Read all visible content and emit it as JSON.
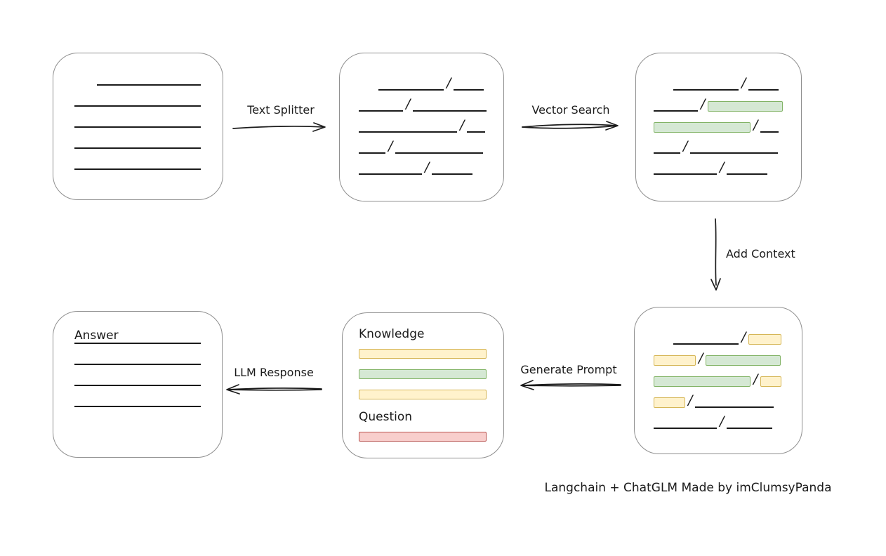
{
  "labels": {
    "text_splitter": "Text Splitter",
    "vector_search": "Vector Search",
    "add_context": "Add Context",
    "generate_prompt": "Generate Prompt",
    "llm_response": "LLM Response",
    "knowledge": "Knowledge",
    "question": "Question",
    "answer": "Answer",
    "caption": "Langchain + ChatGLM Made by imClumsyPanda"
  },
  "separator": "/",
  "colors": {
    "green_fill": "#d5e8d4",
    "green_stroke": "#82b366",
    "yellow_fill": "#fff2cc",
    "yellow_stroke": "#d6b656",
    "red_fill": "#f8cecc",
    "red_stroke": "#b85450",
    "box_stroke": "#8f8f8f",
    "line": "#1b1b1b"
  },
  "boxes": {
    "document": {
      "lines": [
        {
          "w": 148,
          "indent": 32
        },
        {
          "w": 180
        },
        {
          "w": 180
        },
        {
          "w": 180
        },
        {
          "w": 180
        }
      ]
    },
    "answer": {
      "lines": [
        {
          "w": 180
        },
        {
          "w": 180
        },
        {
          "w": 180
        },
        {
          "w": 180
        }
      ]
    },
    "split": {
      "rows": [
        [
          {
            "t": "space",
            "w": 28
          },
          {
            "t": "line",
            "w": 93
          },
          {
            "t": "slash"
          },
          {
            "t": "line",
            "w": 43
          }
        ],
        [
          {
            "t": "line",
            "w": 63
          },
          {
            "t": "slash"
          },
          {
            "t": "line",
            "w": 105
          }
        ],
        [
          {
            "t": "line",
            "w": 140
          },
          {
            "t": "slash"
          },
          {
            "t": "line",
            "w": 26
          }
        ],
        [
          {
            "t": "line",
            "w": 38
          },
          {
            "t": "slash"
          },
          {
            "t": "line",
            "w": 125
          }
        ],
        [
          {
            "t": "line",
            "w": 90
          },
          {
            "t": "slash"
          },
          {
            "t": "line",
            "w": 58
          }
        ]
      ]
    },
    "vector": {
      "rows": [
        [
          {
            "t": "space",
            "w": 28
          },
          {
            "t": "line",
            "w": 93
          },
          {
            "t": "slash"
          },
          {
            "t": "line",
            "w": 43
          }
        ],
        [
          {
            "t": "line",
            "w": 63
          },
          {
            "t": "slash"
          },
          {
            "t": "green",
            "w": 107
          }
        ],
        [
          {
            "t": "green",
            "w": 138
          },
          {
            "t": "slash"
          },
          {
            "t": "line",
            "w": 26
          }
        ],
        [
          {
            "t": "line",
            "w": 38
          },
          {
            "t": "slash"
          },
          {
            "t": "line",
            "w": 125
          }
        ],
        [
          {
            "t": "line",
            "w": 90
          },
          {
            "t": "slash"
          },
          {
            "t": "line",
            "w": 58
          }
        ]
      ]
    },
    "context": {
      "rows": [
        [
          {
            "t": "space",
            "w": 28
          },
          {
            "t": "line",
            "w": 93
          },
          {
            "t": "slash"
          },
          {
            "t": "yellow",
            "w": 47
          }
        ],
        [
          {
            "t": "yellow",
            "w": 60
          },
          {
            "t": "slash"
          },
          {
            "t": "green",
            "w": 107
          }
        ],
        [
          {
            "t": "green",
            "w": 138
          },
          {
            "t": "slash"
          },
          {
            "t": "yellow",
            "w": 30
          }
        ],
        [
          {
            "t": "yellow",
            "w": 45
          },
          {
            "t": "slash"
          },
          {
            "t": "line",
            "w": 112
          }
        ],
        [
          {
            "t": "line",
            "w": 90
          },
          {
            "t": "slash"
          },
          {
            "t": "line",
            "w": 65
          }
        ]
      ]
    },
    "prompt": {
      "knowledge_bars": [
        "yellow",
        "green",
        "yellow"
      ],
      "question_bars": [
        "red"
      ]
    }
  }
}
